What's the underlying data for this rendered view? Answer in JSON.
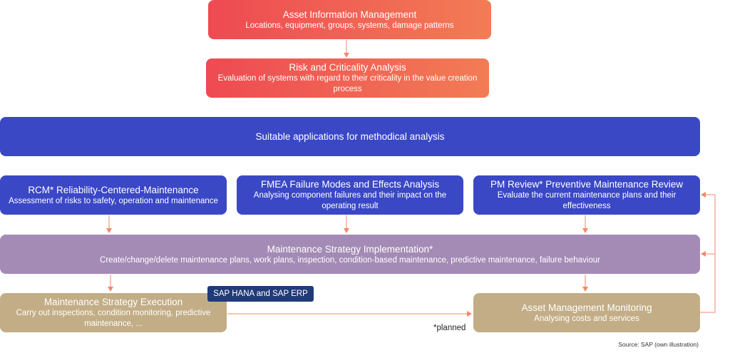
{
  "nodes": {
    "asset_info": {
      "title": "Asset Information Management",
      "subtitle": "Locations, equipment, groups, systems, damage patterns"
    },
    "risk": {
      "title": "Risk and Criticality Analysis",
      "subtitle": "Evaluation of systems with regard to their criticality in the value creation process"
    },
    "suitable": {
      "title": "Suitable applications for methodical analysis"
    },
    "rcm": {
      "title": "RCM* Reliability-Centered-Maintenance",
      "subtitle": "Assessment of risks to safety, operation and maintenance"
    },
    "fmea": {
      "title": "FMEA Failure Modes and Effects Analysis",
      "subtitle": "Analysing component failures and their impact on the operating result"
    },
    "pm_review": {
      "title": "PM Review* Preventive Maintenance Review",
      "subtitle": "Evaluate the current maintenance plans and their effectiveness"
    },
    "implementation": {
      "title": "Maintenance Strategy Implementation*",
      "subtitle": "Create/change/delete maintenance plans, work plans, inspection, condition-based maintenance, predictive maintenance, failure behaviour"
    },
    "execution": {
      "title": "Maintenance Strategy Execution",
      "subtitle": "Carry out inspections, condition monitoring, predictive maintenance, ..."
    },
    "monitoring": {
      "title": "Asset Management Monitoring",
      "subtitle": "Analysing costs and services"
    }
  },
  "tag": "SAP HANA and SAP ERP",
  "footnote": "*planned",
  "source": "Source: SAP (own illustration)",
  "colors": {
    "gradient_start": "#ee4a52",
    "gradient_end": "#f27c55",
    "blue": "#3a48c6",
    "purple": "#a48bb5",
    "tan": "#c2ad86",
    "tag": "#213a78",
    "arrow": "#f08a6a"
  }
}
